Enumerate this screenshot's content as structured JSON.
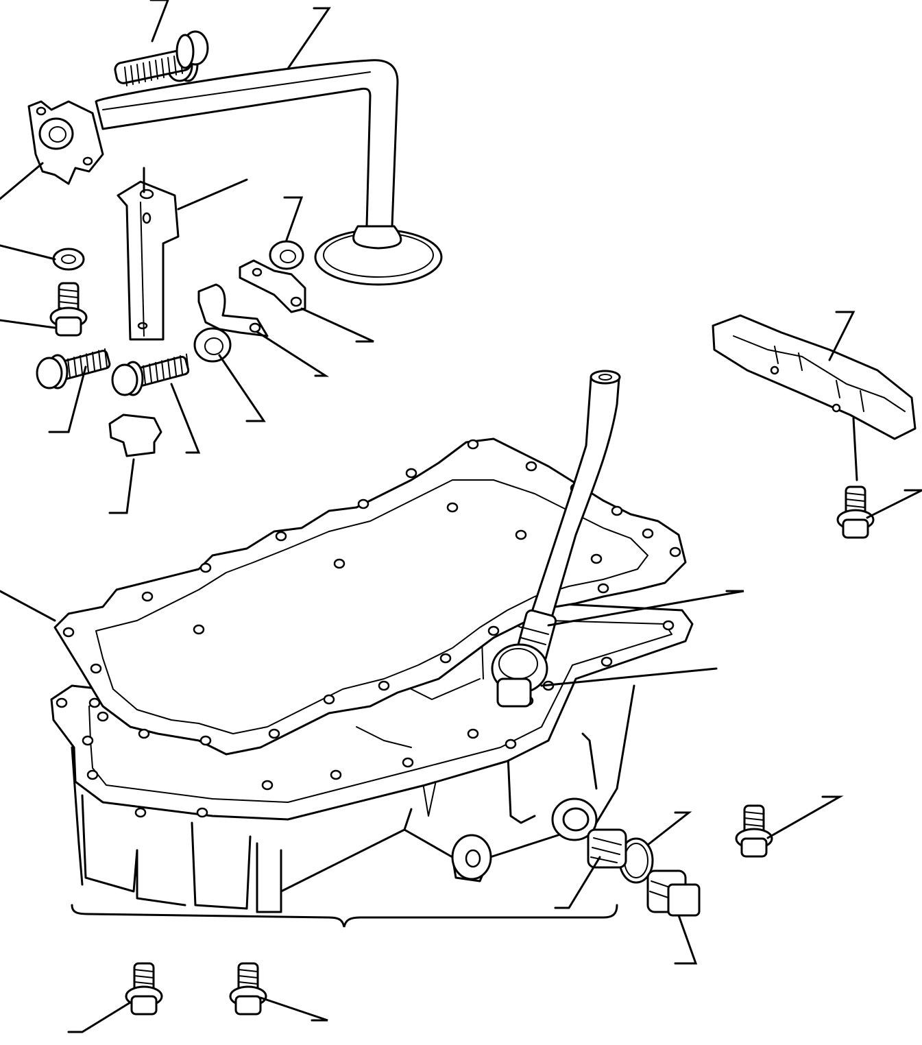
{
  "diagram": {
    "kind": "exploded-parts-view",
    "callout_labels_visible": false,
    "line_color": "#000000",
    "background_color": "#ffffff"
  },
  "icons": [
    "oil-pan",
    "pan-gasket",
    "oil-strainer-pipe",
    "dipstick-tube",
    "stiffener-bar",
    "drain-plug",
    "bolt"
  ]
}
